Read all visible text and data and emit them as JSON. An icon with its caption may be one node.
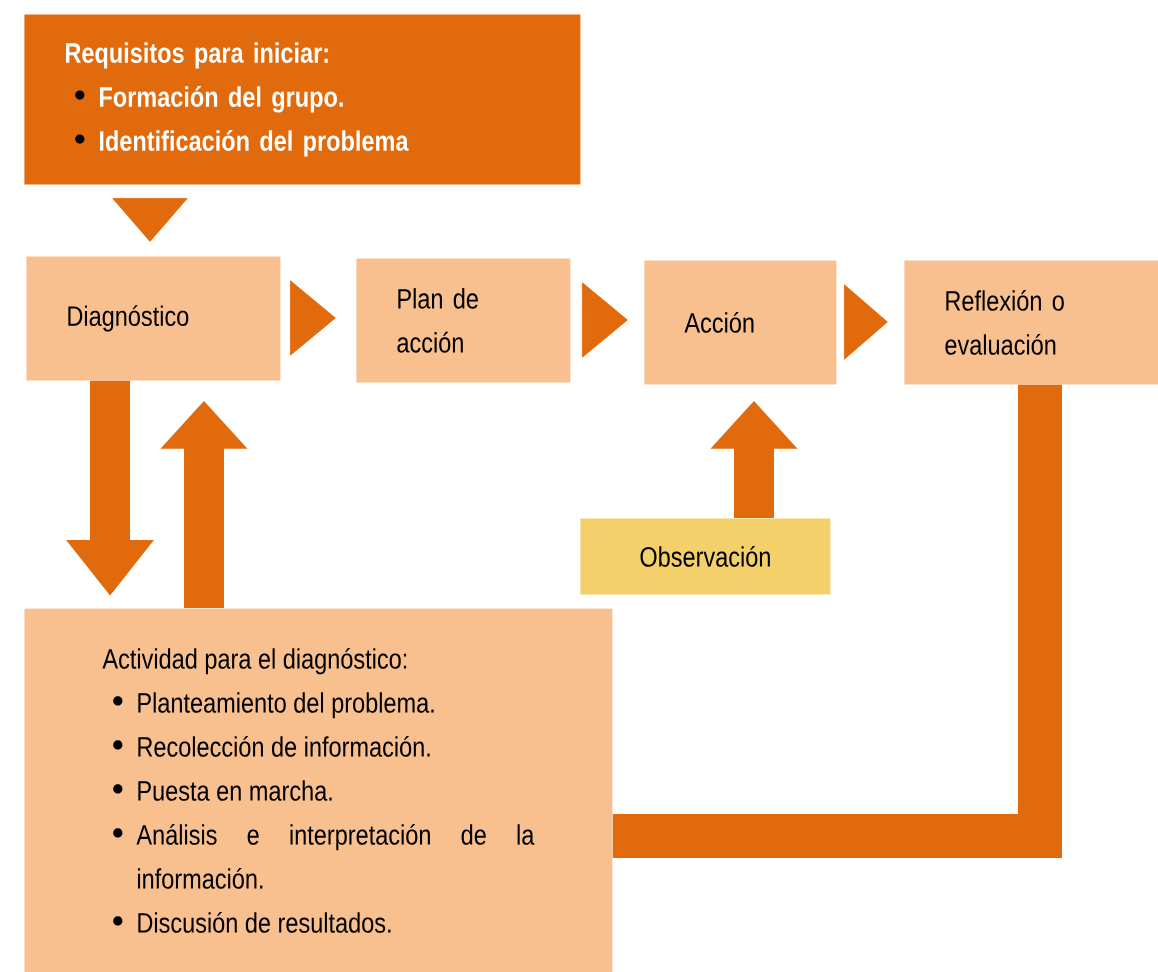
{
  "diagram": {
    "nodes": [
      {
        "text": [
          "Requisitos para iniciar:",
          "Formación del grupo.",
          "Identificación del problema"
        ]
      },
      {
        "text": [
          "Diagnóstico"
        ]
      },
      {
        "text": [
          "Plan de acción"
        ]
      },
      {
        "text": [
          "Acción"
        ]
      },
      {
        "text": [
          "Reflexión o evaluación"
        ]
      },
      {
        "text": [
          "Observación"
        ]
      },
      {
        "text": [
          "Actividad para el diagnóstico:",
          "Planteamiento del problema.",
          "Recolección de información.",
          "Puesta en marcha.",
          "Análisis e interpretación de la información.",
          "Discusión de resultados."
        ]
      }
    ],
    "edges": [
      {
        "from": 0,
        "to": 1,
        "arrow": "to"
      },
      {
        "from": 1,
        "to": 2,
        "arrow": "to"
      },
      {
        "from": 2,
        "to": 3,
        "arrow": "to"
      },
      {
        "from": 3,
        "to": 4,
        "arrow": "to"
      },
      {
        "from": 1,
        "to": 6,
        "arrow": "to",
        "style": "thick"
      },
      {
        "from": 6,
        "to": 1,
        "arrow": "to",
        "style": "thick"
      },
      {
        "from": 5,
        "to": 3,
        "arrow": "to",
        "style": "thick"
      },
      {
        "from": 4,
        "to": 6,
        "arrow": "none",
        "style": "thick"
      }
    ]
  }
}
